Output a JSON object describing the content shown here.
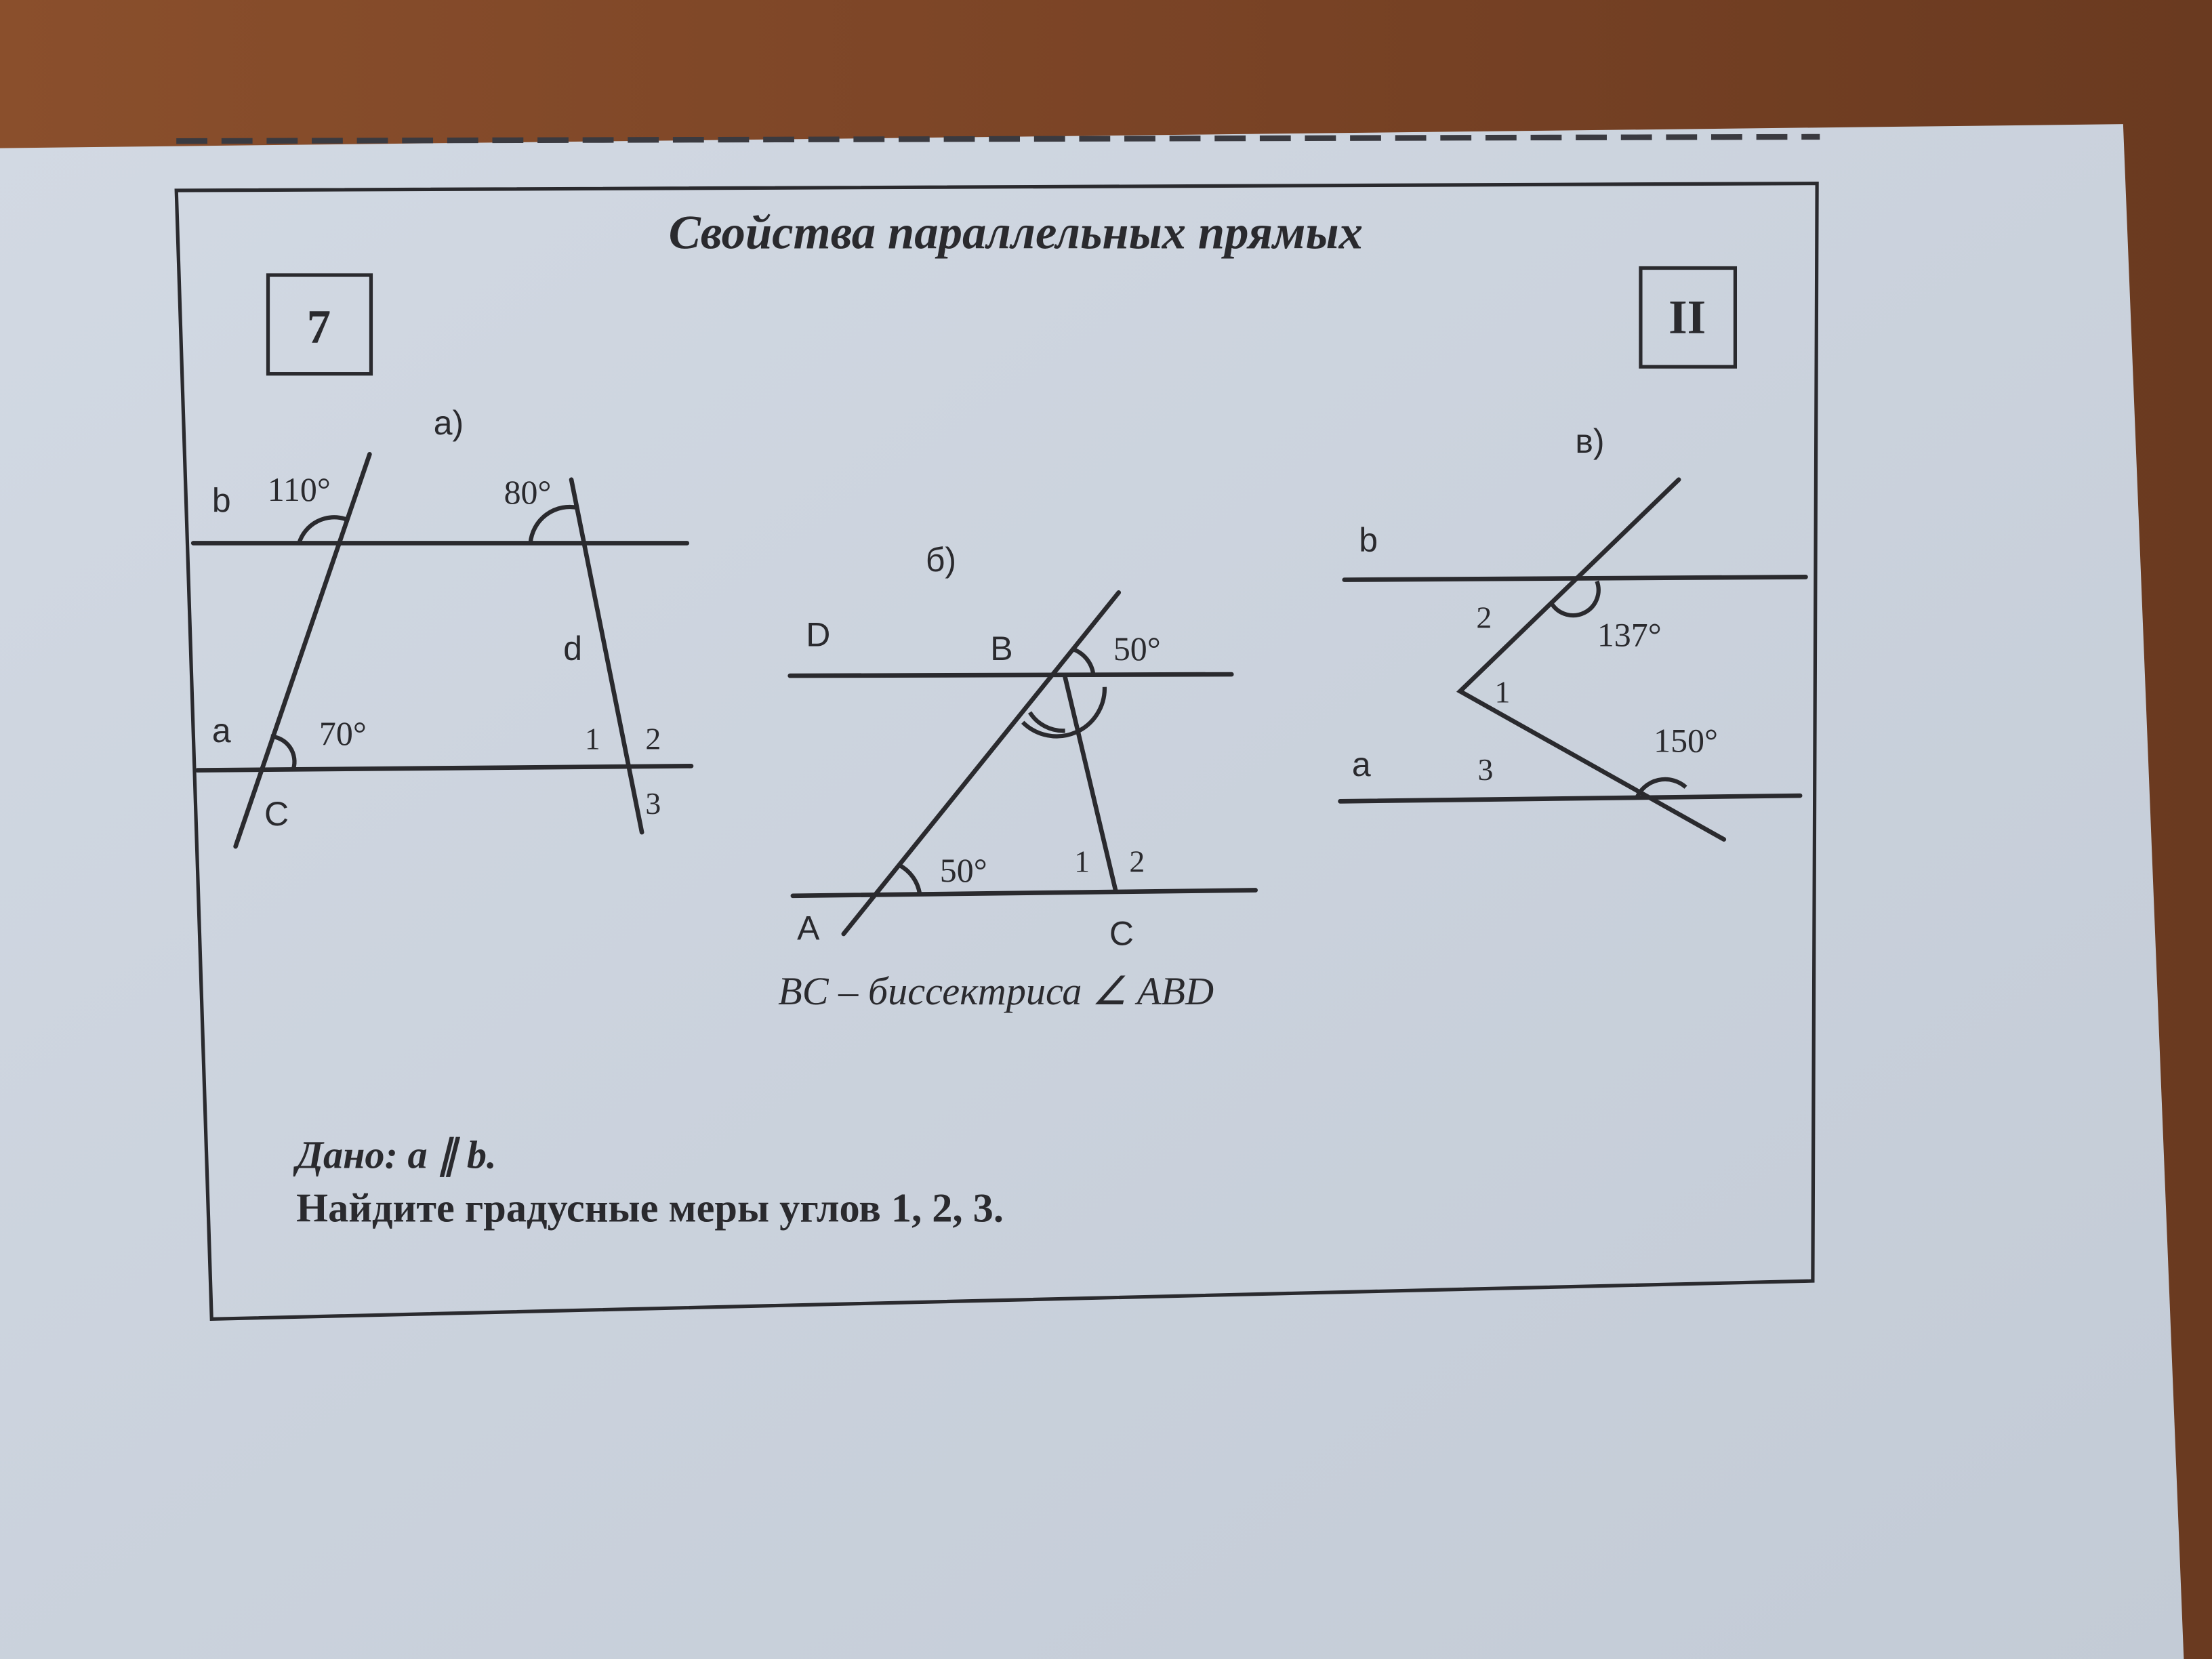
{
  "worksheet": {
    "title": "Свойства параллельных прямых",
    "card_number": "7",
    "variant": "II",
    "given": "Дано: a ∥ b.",
    "task": "Найдите градусные меры углов 1, 2, 3."
  },
  "figure_a": {
    "label": "а)",
    "line_b": "b",
    "line_a": "a",
    "line_c": "c",
    "line_d": "d",
    "angle_110": "110°",
    "angle_80": "80°",
    "angle_70": "70°",
    "angle1": "1",
    "angle2": "2",
    "angle3": "3"
  },
  "figure_b": {
    "label": "б)",
    "point_d": "D",
    "point_b": "B",
    "point_a": "A",
    "point_c": "C",
    "angle_top": "50°",
    "angle_bottom": "50°",
    "angle1": "1",
    "angle2": "2",
    "caption": "BC – биссектриса ∠ ABD"
  },
  "figure_c": {
    "label": "в)",
    "line_b": "b",
    "line_a": "a",
    "angle_137": "137°",
    "angle_150": "150°",
    "angle1": "1",
    "angle2": "2",
    "angle3": "3"
  }
}
